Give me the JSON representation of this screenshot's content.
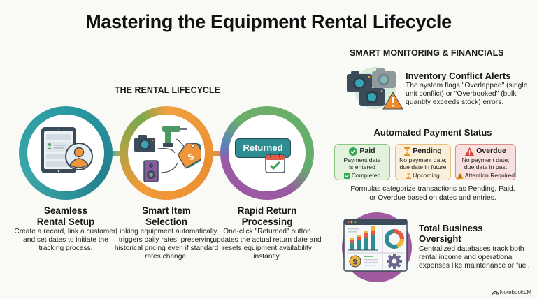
{
  "title": "Mastering the Equipment Rental Lifecycle",
  "lifecycle": {
    "heading": "THE RENTAL LIFECYCLE",
    "steps": [
      {
        "title_line1": "Seamless",
        "title_line2": "Rental Setup",
        "description": "Create a record, link a customer, and set dates to initiate the tracking process.",
        "icon": "tablet-customer-icon",
        "ring_color": "#2a9aa3"
      },
      {
        "title_line1": "Smart Item",
        "title_line2": "Selection",
        "description": "Linking equipment automatically triggers daily rates, preserving historical pricing even if standard rates change.",
        "icon": "equipment-price-tag-icon",
        "ring_color": "#ef963a"
      },
      {
        "title_line1": "Rapid Return",
        "title_line2": "Processing",
        "description": "One-click \"Returned\" button updates the actual return date and resets equipment availability instantly.",
        "icon": "returned-calendar-icon",
        "button_label": "Returned",
        "ring_color": "#9a5aa0"
      }
    ]
  },
  "monitoring": {
    "heading": "SMART MONITORING & FINANCIALS",
    "inventory": {
      "title": "Inventory Conflict Alerts",
      "description": "The system flags \"Overlapped\" (single unit conflict) or \"Overbooked\" (bulk quantity exceeds stock) errors."
    },
    "payment": {
      "title": "Automated Payment Status",
      "cards": [
        {
          "label": "Paid",
          "line1": "Payment date",
          "line2": "is entered",
          "footer": "Completed",
          "color": "#3aa655"
        },
        {
          "label": "Pending",
          "line1": "No payment date;",
          "line2": "due date in future",
          "footer": "Upcoming",
          "color": "#e09a2a"
        },
        {
          "label": "Overdue",
          "line1": "No payment date;",
          "line2": "due date in past",
          "footer": "Attention Required",
          "color": "#d9433b"
        }
      ],
      "note_line1": "Formulas categorize transactions as Pending, Paid,",
      "note_line2": "or Overdue based on dates and entries."
    },
    "oversight": {
      "title": "Total Business Oversight",
      "description": "Centralized databases track both rental income and operational expenses like maintenance or fuel."
    }
  },
  "brand": "NotebookLM"
}
